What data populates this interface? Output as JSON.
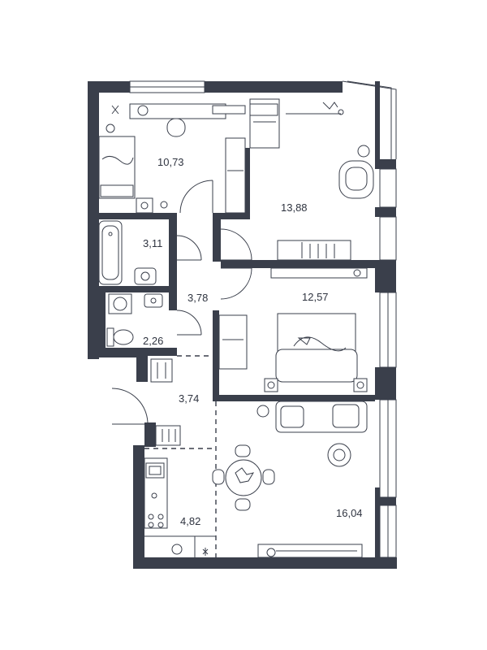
{
  "rooms": [
    {
      "id": "bedroom-small",
      "area": "10,73"
    },
    {
      "id": "bedroom-large",
      "area": "13,88"
    },
    {
      "id": "bathroom",
      "area": "3,11"
    },
    {
      "id": "corridor",
      "area": "3,78"
    },
    {
      "id": "bedroom-middle",
      "area": "12,57"
    },
    {
      "id": "toilet",
      "area": "2,26"
    },
    {
      "id": "hall",
      "area": "3,74"
    },
    {
      "id": "kitchen",
      "area": "4,82"
    },
    {
      "id": "living-room",
      "area": "16,04"
    }
  ],
  "colors": {
    "walls": "#3a3f4b",
    "background": "#ffffff"
  }
}
